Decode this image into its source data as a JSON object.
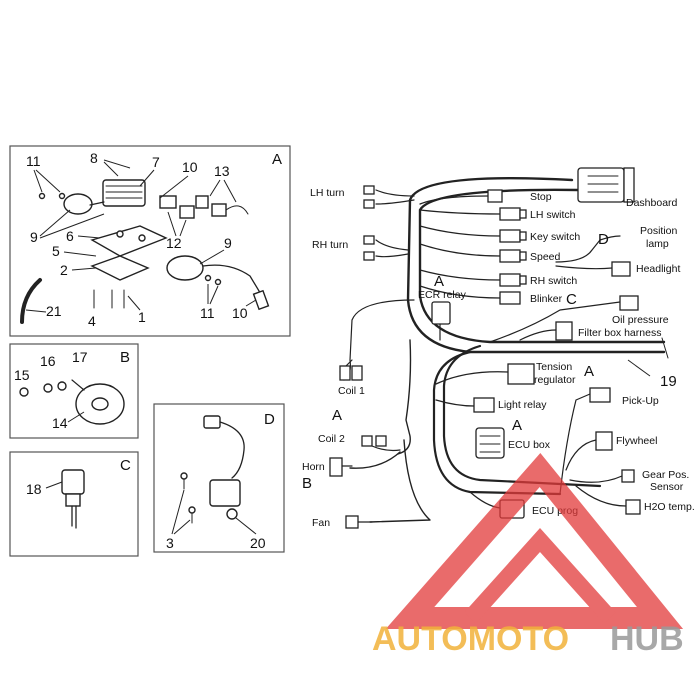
{
  "panels": {
    "A": {
      "letter": "A",
      "callouts": [
        "11",
        "8",
        "7",
        "10",
        "13",
        "9",
        "6",
        "5",
        "2",
        "12",
        "9",
        "21",
        "4",
        "1",
        "11",
        "10"
      ]
    },
    "B": {
      "letter": "B",
      "callouts": [
        "15",
        "16",
        "17",
        "14"
      ]
    },
    "C": {
      "letter": "C",
      "callouts": [
        "18"
      ]
    },
    "D": {
      "letter": "D",
      "callouts": [
        "3",
        "20"
      ]
    }
  },
  "harness": {
    "labels": {
      "lh_turn": "LH turn",
      "rh_turn": "RH turn",
      "dashboard": "Dashboard",
      "stop": "Stop",
      "lh_switch": "LH switch",
      "key_switch": "Key switch",
      "speed": "Speed",
      "rh_switch": "RH switch",
      "blinker": "Blinker",
      "position_lamp_1": "Position",
      "position_lamp_2": "lamp",
      "headlight": "Headlight",
      "ecr_relay": "ECR relay",
      "oil_pressure": "Oil pressure",
      "filter_box": "Filter box harness",
      "coil1": "Coil 1",
      "tension_1": "Tension",
      "tension_2": "regulator",
      "light_relay": "Light relay",
      "pick_up": "Pick-Up",
      "coil2": "Coil 2",
      "ecu_box": "ECU box",
      "flywheel": "Flywheel",
      "horn": "Horn",
      "gear_pos_1": "Gear Pos.",
      "gear_pos_2": "Sensor",
      "ecu_prog": "ECU prog",
      "h2o": "H2O temp.",
      "fan": "Fan"
    },
    "refs": {
      "d_position": "D",
      "a_ecr": "A",
      "c_oil": "C",
      "ref_19": "19",
      "a_tension": "A",
      "a_coil2": "A",
      "a_ecu": "A",
      "b_horn": "B"
    }
  },
  "watermark": {
    "text_left": "AUTOMOTO",
    "text_right": "HUB",
    "triangle_color": "#e23a3a",
    "text_color_left": "#f2b23a",
    "text_color_right": "#9a9a9a"
  }
}
